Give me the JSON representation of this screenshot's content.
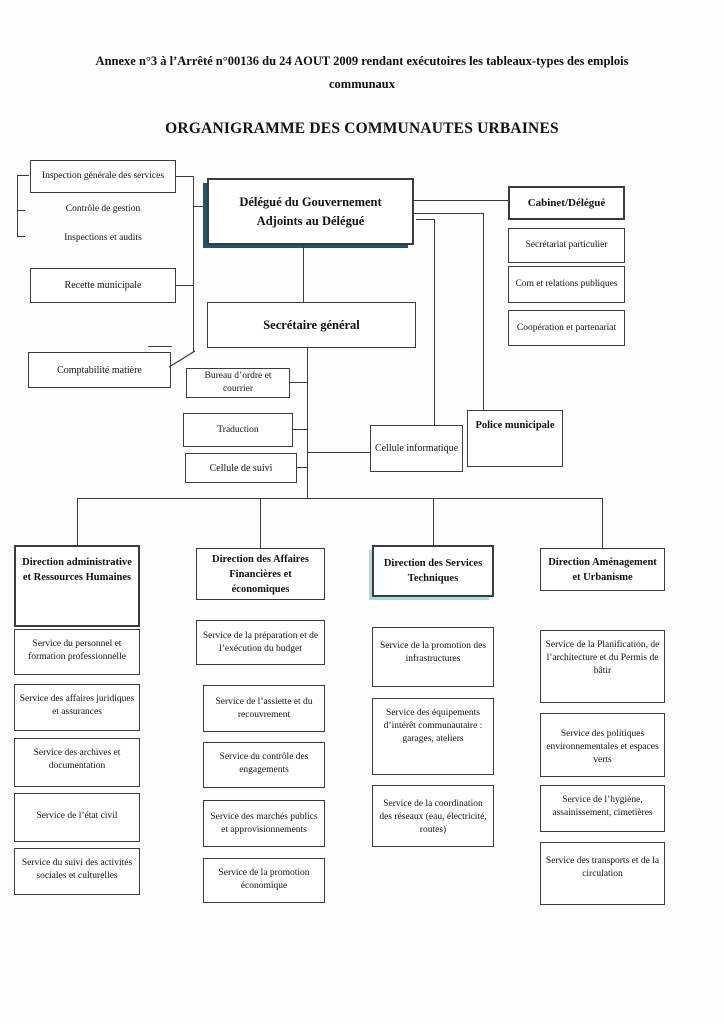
{
  "header": {
    "annexe_line1": "Annexe n°3 à l’Arrêté n°00136 du 24 AOUT 2009 rendant exécutoires les tableaux-types des emplois",
    "annexe_line2": "communaux",
    "title": "ORGANIGRAMME DES COMMUNAUTES URBAINES"
  },
  "top": {
    "inspection": "Inspection générale des services",
    "controle_gestion": "Contrôle de gestion",
    "inspections_audits": "Inspections et audits",
    "recette": "Recette municipale",
    "comptabilite": "Comptabilité matière",
    "delegue_line1": "Délégué du Gouvernement",
    "delegue_line2": "Adjoints au Délégué",
    "secretaire_general": "Secrétaire général",
    "cabinet": "Cabinet/Délégué",
    "secretariat_particulier": "Secrétariat particulier",
    "com_relations": "Com et relations publiques",
    "cooperation": "Coopération et partenariat",
    "bureau_ordre": "Bureau d’ordre et courrier",
    "traduction": "Traduction",
    "cellule_suivi": "Cellule de suivi",
    "cellule_informatique": "Cellule informatique",
    "police": "Police municipale"
  },
  "directions": [
    {
      "title": "Direction administrative et Ressources Humaines",
      "services": [
        "Service du personnel et formation professionnelle",
        "Service des affaires juridiques et assurances",
        "Service des archives et documentation",
        "Service de l’état civil",
        "Service du suivi des activités sociales et culturelles"
      ]
    },
    {
      "title": "Direction des Affaires Financières et économiques",
      "services": [
        "Service de la préparation et de l’exécution du budget",
        "Service de l’assiette et du recouvrement",
        "Service du contrôle des engagements",
        "Service des marchés publics et approvisionnements",
        "Service de la promotion économique"
      ]
    },
    {
      "title": "Direction des Services Techniques",
      "services": [
        "Service de la promotion des infrastructures",
        "Service des équipements d’intérêt communautaire : garages, ateliers",
        "Service de la coordination des réseaux (eau, électricité, routes)"
      ]
    },
    {
      "title": "Direction Aménagement et Urbanisme",
      "services": [
        "Service de la Planification, de l’architecture et du Permis de bâtir",
        "Service des politiques environnementales et espaces verts",
        "Service de l’hygiène, assainissement, cimetières",
        "Service des transports et de la circulation"
      ]
    }
  ],
  "colors": {
    "border": "#3c3c3c",
    "shadow_dark": "#1d5766",
    "shadow_light": "#a8dce3"
  }
}
